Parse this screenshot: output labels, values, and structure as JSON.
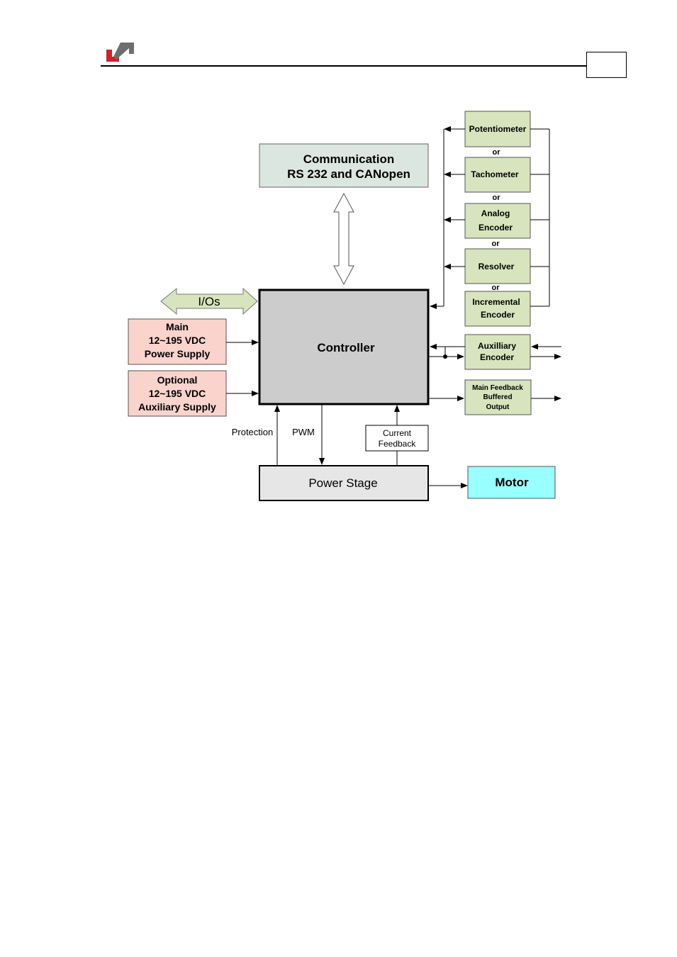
{
  "header": {
    "page_number": ""
  },
  "diagram": {
    "communication": [
      "Communication",
      "RS 232 and CANopen"
    ],
    "controller": "Controller",
    "ios": "I/Os",
    "main_supply": [
      "Main",
      "12~195 VDC",
      "Power Supply"
    ],
    "aux_supply": [
      "Optional",
      "12~195 VDC",
      "Auxiliary Supply"
    ],
    "protection": "Protection",
    "pwm": "PWM",
    "current_feedback": [
      "Current",
      "Feedback"
    ],
    "power_stage": "Power Stage",
    "motor": "Motor",
    "potentiometer": "Potentiometer",
    "tachometer": "Tachometer",
    "analog_encoder": [
      "Analog",
      "Encoder"
    ],
    "resolver": "Resolver",
    "incremental_encoder": [
      "Incremental",
      "Encoder"
    ],
    "auxiliary_encoder": [
      "Auxilliary",
      "Encoder"
    ],
    "main_feedback_output": [
      "Main Feedback",
      "Buffered",
      "Output"
    ],
    "or_label": "or",
    "colors": {
      "feedback_green": "#d7e4bd",
      "supply_pink": "#f9d3cc",
      "controller_gray": "#cccccc",
      "communication_fill": "#dce6e0",
      "motor_cyan": "#99ffff",
      "power_stage_fill": "#e6e6e6",
      "logo_red": "#d0202a",
      "logo_gray": "#6d6e71"
    }
  }
}
